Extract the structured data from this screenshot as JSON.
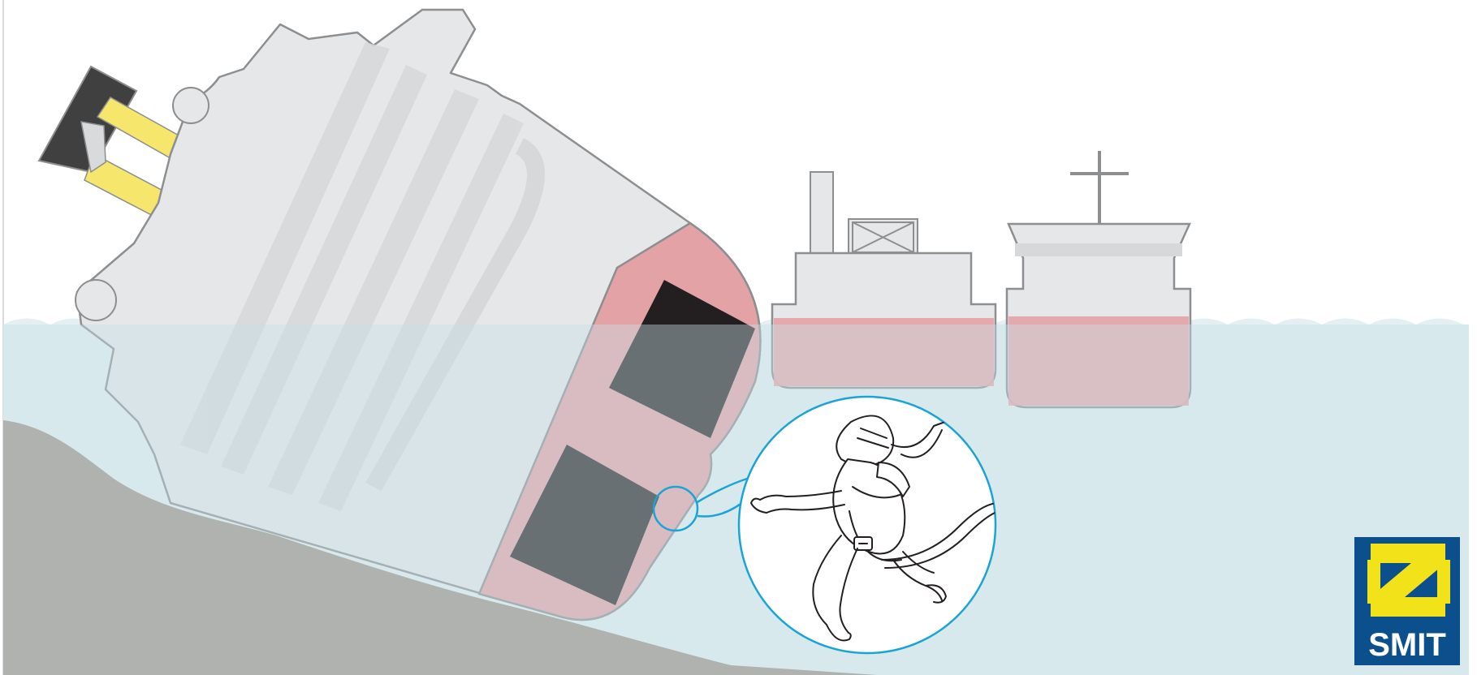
{
  "logo": {
    "text": "SMIT",
    "colors": {
      "background": "#0b4f8c",
      "mark": "#f2e21a",
      "text": "#ffffff"
    }
  },
  "colors": {
    "sky": "#ffffff",
    "sea": "#e4eff2",
    "seabed": "#aaa7a1",
    "hull": "#e6e7e8",
    "hull_outline": "#8c8e90",
    "waterline_red": "#e3a2a6",
    "sponson": "#231f20",
    "funnel_dark": "#404041",
    "funnel_yellow": "#f7e66c",
    "callout_ring": "#1aa4d6"
  },
  "icons": [
    "diver-illustration",
    "callout-magnifier",
    "smit-logo-mark"
  ]
}
